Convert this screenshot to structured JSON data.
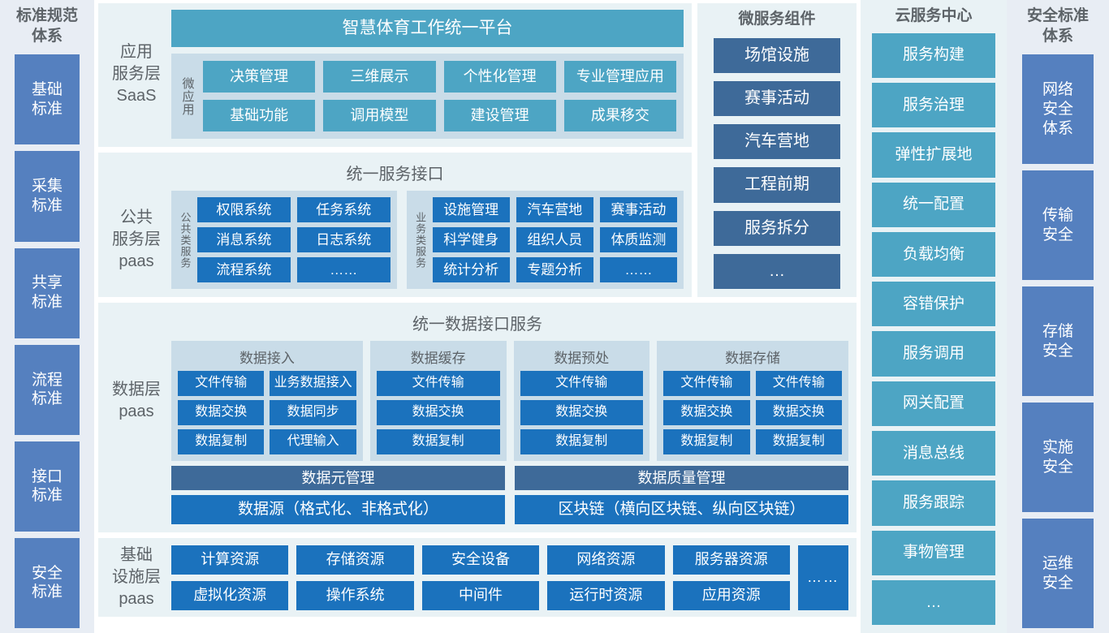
{
  "left_standards": {
    "title": "标准规范\n体系",
    "items": [
      {
        "label": "基础\n标准"
      },
      {
        "label": "采集\n标准"
      },
      {
        "label": "共享\n标准"
      },
      {
        "label": "流程\n标准"
      },
      {
        "label": "接口\n标准"
      },
      {
        "label": "安全\n标准"
      }
    ]
  },
  "right_standards": {
    "title": "安全标准\n体系",
    "items": [
      {
        "label": "网络\n安全\n体系"
      },
      {
        "label": "传输\n安全"
      },
      {
        "label": "存储\n安全"
      },
      {
        "label": "实施\n安全"
      },
      {
        "label": "运维\n安全"
      }
    ]
  },
  "saas": {
    "row_label": "应用\n服务层\nSaaS",
    "platform_title": "智慧体育工作统一平台",
    "micro_app_label": "微应用",
    "apps": [
      "决策管理",
      "三维展示",
      "个性化管理",
      "专业管理应用",
      "基础功能",
      "调用模型",
      "建设管理",
      "成果移交"
    ]
  },
  "paas": {
    "row_label": "公共\n服务层\npaas",
    "section_title": "统一服务接口",
    "public_group": {
      "vlabel": "公共类服务",
      "items": [
        "权限系统",
        "任务系统",
        "消息系统",
        "日志系统",
        "流程系统",
        "……"
      ]
    },
    "business_group": {
      "vlabel": "业务类服务",
      "items": [
        "设施管理",
        "汽车营地",
        "赛事活动",
        "科学健身",
        "组织人员",
        "体质监测",
        "统计分析",
        "专题分析",
        "……"
      ]
    }
  },
  "microservices": {
    "title": "微服务组件",
    "items": [
      "场馆设施",
      "赛事活动",
      "汽车营地",
      "工程前期",
      "服务拆分",
      "…"
    ]
  },
  "data_layer": {
    "row_label": "数据层\npaas",
    "section_title": "统一数据接口服务",
    "groups": [
      {
        "title": "数据接入",
        "columns": 2,
        "items": [
          "文件传输",
          "业务数据接入",
          "数据交换",
          "数据同步",
          "数据复制",
          "代理输入"
        ]
      },
      {
        "title": "数据缓存",
        "columns": 1,
        "items": [
          "文件传输",
          "数据交换",
          "数据复制"
        ]
      },
      {
        "title": "数据预处",
        "columns": 1,
        "items": [
          "文件传输",
          "数据交换",
          "数据复制"
        ]
      },
      {
        "title": "数据存储",
        "columns": 2,
        "items": [
          "文件传输",
          "文件传输",
          "数据交换",
          "数据交换",
          "数据复制",
          "数据复制"
        ]
      }
    ],
    "management_row": [
      "数据元管理",
      "数据质量管理"
    ],
    "source_row": [
      "数据源（格式化、非格式化）",
      "区块链（横向区块链、纵向区块链）"
    ]
  },
  "infrastructure": {
    "row_label": "基础\n设施层\npaas",
    "items": [
      "计算资源",
      "存储资源",
      "安全设备",
      "网络资源",
      "服务器资源",
      "虚拟化资源",
      "操作系统",
      "中间件",
      "运行时资源",
      "应用资源"
    ],
    "more": "……"
  },
  "cloud_center": {
    "title": "云服务中心",
    "items": [
      "服务构建",
      "服务治理",
      "弹性扩展地",
      "统一配置",
      "负载均衡",
      "容错保护",
      "服务调用",
      "网关配置",
      "消息总线",
      "服务跟踪",
      "事物管理",
      "…"
    ]
  },
  "colors": {
    "teal": "#4DA5C4",
    "blue": "#1B72BD",
    "slate": "#3E6A99",
    "standard_blue": "#5580BF",
    "panel": "#C9DCE8",
    "section_bg": "#E9F2F5",
    "sidebar_bg": "#E8EDF4",
    "label_text": "#5D6368"
  }
}
